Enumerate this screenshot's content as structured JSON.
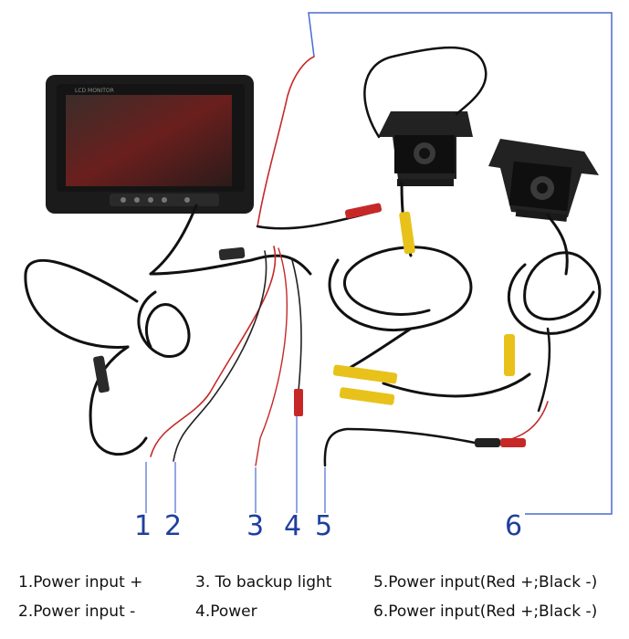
{
  "monitor": {
    "brand_text": "LCD MONITOR"
  },
  "callouts": [
    "1",
    "2",
    "3",
    "4",
    "5",
    "6"
  ],
  "legend": [
    "1.Power input +",
    "3. To backup light",
    "5.Power input(Red +;Black -)",
    "2.Power input -",
    "4.Power",
    "6.Power input(Red +;Black -)"
  ],
  "colors": {
    "callout_blue": "#1f3f9e",
    "leader_line": "#4a6bd1",
    "rca_yellow": "#e8c21a",
    "wire_red": "#c62828",
    "cable_black": "#111111"
  }
}
